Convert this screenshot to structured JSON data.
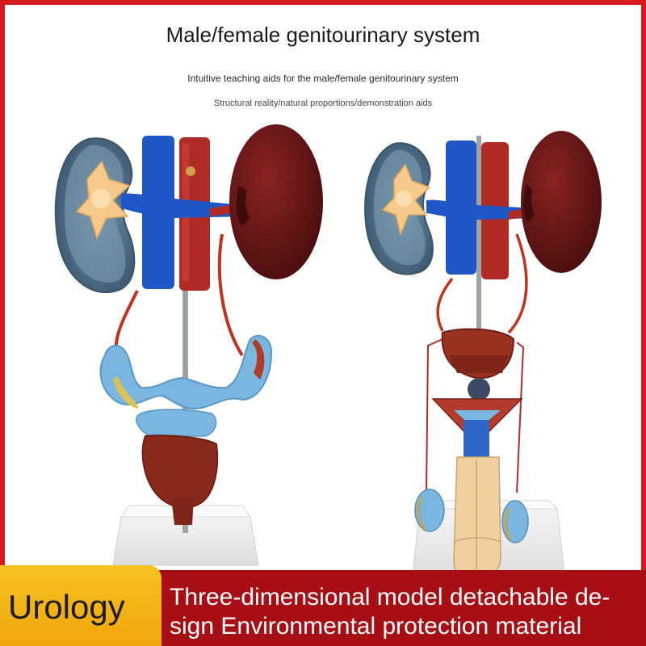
{
  "header": {
    "title": "Male/female genitourinary system",
    "subtitle": "Intuitive teaching aids for the male/female genitourinary system",
    "tagline": "Structural reality/natural proportions/demonstration aids"
  },
  "footer": {
    "badge": "Urology",
    "description": "Three-dimensional model detachable de-sign Environmental protection material"
  },
  "colors": {
    "frame": "#d71920",
    "banner": "#a80f15",
    "badge": "#f4b416",
    "vein": "#1f54c4",
    "artery": "#b02522",
    "kidney": "#5e1414",
    "reproductive_female": "#7ab6df",
    "muscle": "#8a2a1c",
    "pale": "#f1d0a0"
  }
}
